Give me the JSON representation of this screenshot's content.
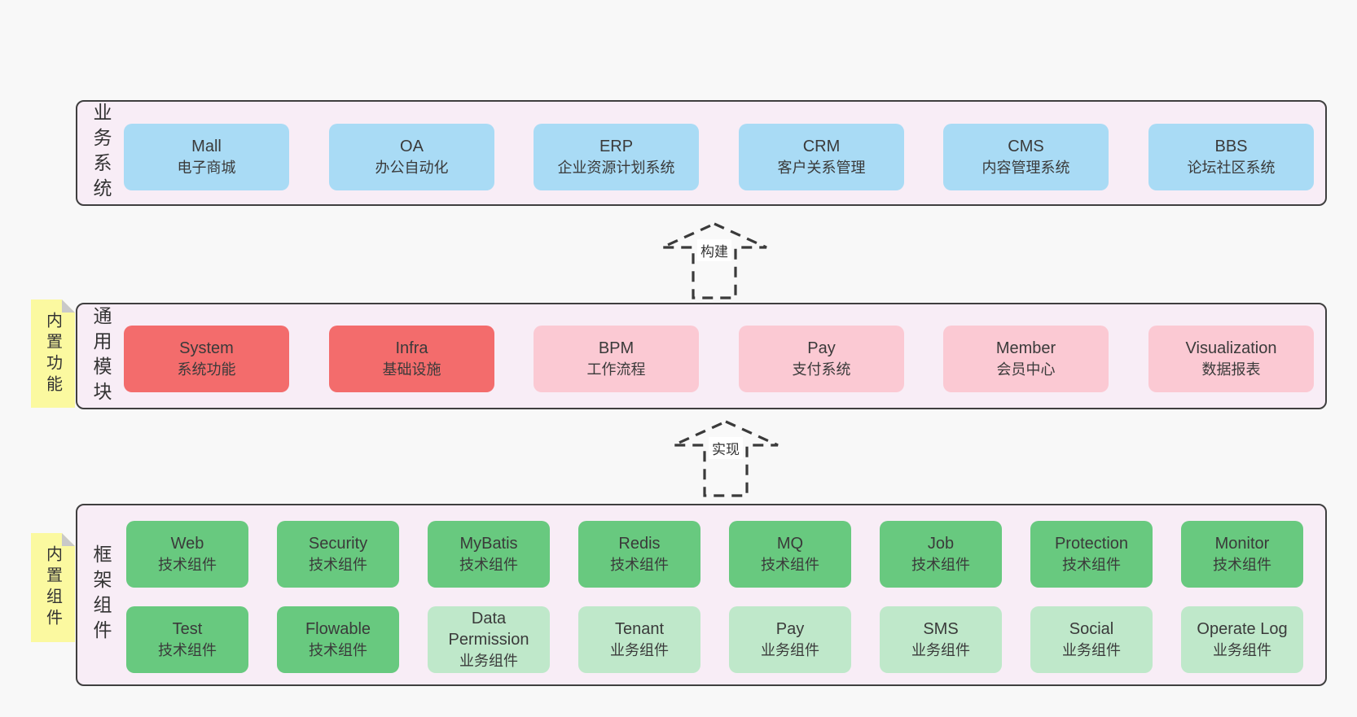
{
  "colors": {
    "page-bg": "#f8f8f8",
    "container-bg": "#f8edf6",
    "container-border": "#3f3f3f",
    "business-box": "#a9dbf5",
    "module-core-box": "#f36c6c",
    "module-box": "#fbc9d3",
    "tech-box": "#68c97f",
    "biz-box": "#bfe8ca",
    "note-bg": "#fbf9a0",
    "note-fold": "#c9c9c9",
    "text": "#3a3a3a"
  },
  "business": {
    "label": "业务系统",
    "items": [
      {
        "name": "Mall",
        "desc": "电子商城"
      },
      {
        "name": "OA",
        "desc": "办公自动化"
      },
      {
        "name": "ERP",
        "desc": "企业资源计划系统"
      },
      {
        "name": "CRM",
        "desc": "客户关系管理"
      },
      {
        "name": "CMS",
        "desc": "内容管理系统"
      },
      {
        "name": "BBS",
        "desc": "论坛社区系统"
      }
    ]
  },
  "build_arrow": {
    "label": "构建"
  },
  "modules": {
    "label": "通用模块",
    "note": "内置功能",
    "items": [
      {
        "name": "System",
        "desc": "系统功能",
        "variant": "red"
      },
      {
        "name": "Infra",
        "desc": "基础设施",
        "variant": "red"
      },
      {
        "name": "BPM",
        "desc": "工作流程",
        "variant": "pink"
      },
      {
        "name": "Pay",
        "desc": "支付系统",
        "variant": "pink"
      },
      {
        "name": "Member",
        "desc": "会员中心",
        "variant": "pink"
      },
      {
        "name": "Visualization",
        "desc": "数据报表",
        "variant": "pink"
      }
    ]
  },
  "implement_arrow": {
    "label": "实现"
  },
  "components": {
    "label": "框架组件",
    "note": "内置组件",
    "row1": [
      {
        "name": "Web",
        "desc": "技术组件",
        "variant": "tech"
      },
      {
        "name": "Security",
        "desc": "技术组件",
        "variant": "tech"
      },
      {
        "name": "MyBatis",
        "desc": "技术组件",
        "variant": "tech"
      },
      {
        "name": "Redis",
        "desc": "技术组件",
        "variant": "tech"
      },
      {
        "name": "MQ",
        "desc": "技术组件",
        "variant": "tech"
      },
      {
        "name": "Job",
        "desc": "技术组件",
        "variant": "tech"
      },
      {
        "name": "Protection",
        "desc": "技术组件",
        "variant": "tech"
      },
      {
        "name": "Monitor",
        "desc": "技术组件",
        "variant": "tech"
      }
    ],
    "row2": [
      {
        "name": "Test",
        "desc": "技术组件",
        "variant": "tech"
      },
      {
        "name": "Flowable",
        "desc": "技术组件",
        "variant": "tech"
      },
      {
        "name": "Data Permission",
        "desc": "业务组件",
        "variant": "biz"
      },
      {
        "name": "Tenant",
        "desc": "业务组件",
        "variant": "biz"
      },
      {
        "name": "Pay",
        "desc": "业务组件",
        "variant": "biz"
      },
      {
        "name": "SMS",
        "desc": "业务组件",
        "variant": "biz"
      },
      {
        "name": "Social",
        "desc": "业务组件",
        "variant": "biz"
      },
      {
        "name": "Operate Log",
        "desc": "业务组件",
        "variant": "biz"
      }
    ]
  }
}
